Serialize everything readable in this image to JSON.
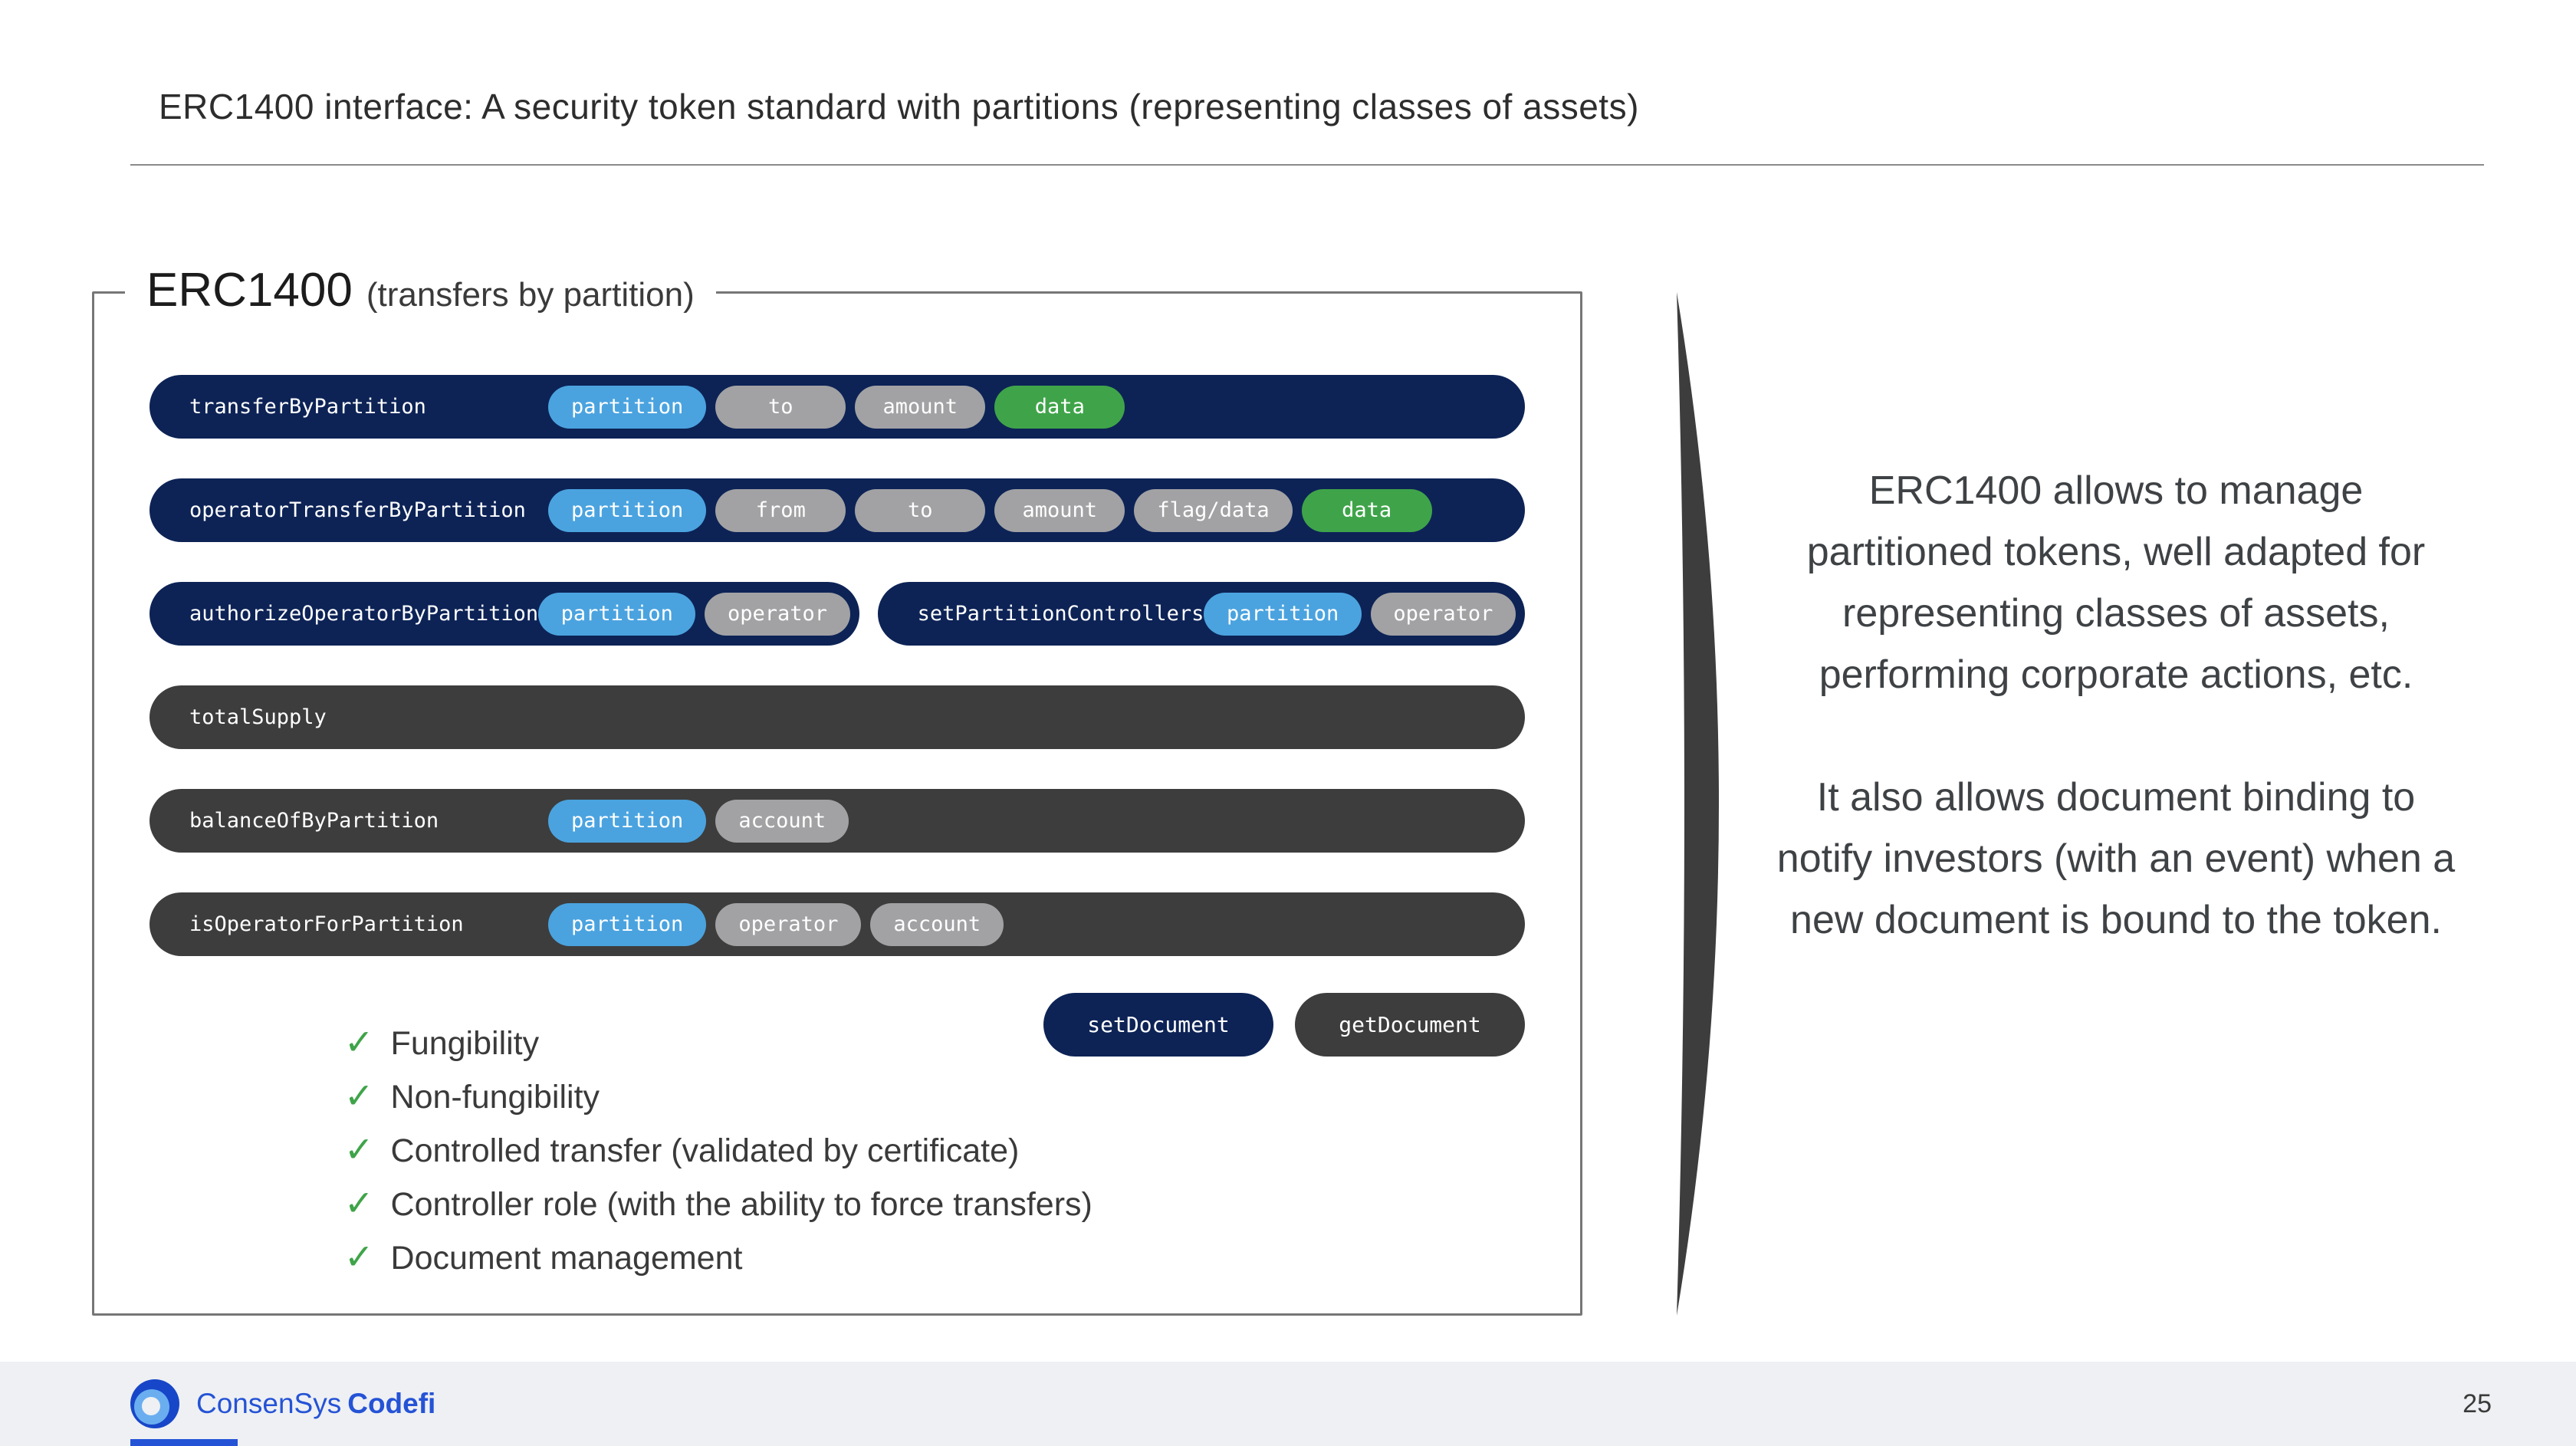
{
  "slide": {
    "title": "ERC1400 interface: A security token standard with partitions (representing classes of assets)",
    "page_number": "25"
  },
  "panel": {
    "title": "ERC1400",
    "subtitle": "(transfers by partition)",
    "rows": [
      {
        "groups": [
          {
            "label": "transferByPartition",
            "theme": "navy",
            "wide_label": true,
            "params": [
              {
                "label": "partition",
                "color": "blue"
              },
              {
                "label": "to",
                "color": "gray"
              },
              {
                "label": "amount",
                "color": "gray"
              },
              {
                "label": "data",
                "color": "green"
              }
            ]
          }
        ]
      },
      {
        "groups": [
          {
            "label": "operatorTransferByPartition",
            "theme": "navy",
            "wide_label": true,
            "params": [
              {
                "label": "partition",
                "color": "blue"
              },
              {
                "label": "from",
                "color": "gray"
              },
              {
                "label": "to",
                "color": "gray"
              },
              {
                "label": "amount",
                "color": "gray"
              },
              {
                "label": "flag/data",
                "color": "gray"
              },
              {
                "label": "data",
                "color": "green"
              }
            ]
          }
        ]
      },
      {
        "groups": [
          {
            "label": "authorizeOperatorByPartition",
            "theme": "navy",
            "wide_label": false,
            "params": [
              {
                "label": "partition",
                "color": "blue"
              },
              {
                "label": "operator",
                "color": "gray"
              }
            ]
          },
          {
            "label": "setPartitionControllers",
            "theme": "navy",
            "wide_label": false,
            "params": [
              {
                "label": "partition",
                "color": "blue"
              },
              {
                "label": "operator",
                "color": "gray"
              }
            ]
          }
        ]
      },
      {
        "groups": [
          {
            "label": "totalSupply",
            "theme": "charcoal",
            "wide_label": true,
            "params": []
          }
        ]
      },
      {
        "groups": [
          {
            "label": "balanceOfByPartition",
            "theme": "charcoal",
            "wide_label": true,
            "params": [
              {
                "label": "partition",
                "color": "blue"
              },
              {
                "label": "account",
                "color": "gray"
              }
            ]
          }
        ]
      },
      {
        "groups": [
          {
            "label": "isOperatorForPartition",
            "theme": "charcoal",
            "wide_label": true,
            "params": [
              {
                "label": "partition",
                "color": "blue"
              },
              {
                "label": "operator",
                "color": "gray"
              },
              {
                "label": "account",
                "color": "gray"
              }
            ]
          }
        ]
      }
    ],
    "doc_buttons": [
      {
        "label": "setDocument",
        "theme": "navy"
      },
      {
        "label": "getDocument",
        "theme": "charcoal"
      }
    ],
    "check_glyph": "✓",
    "checklist": [
      "Fungibility",
      "Non-fungibility",
      "Controlled transfer (validated by certificate)",
      "Controller role (with the ability to force transfers)",
      "Document management"
    ]
  },
  "aside": {
    "paragraph1": "ERC1400 allows to manage partitioned tokens, well adapted for representing classes of assets, performing corporate actions, etc.",
    "paragraph2": "It also allows document binding to notify investors (with an event) when a new document is bound to the token."
  },
  "footer": {
    "brand_regular": "ConsenSys",
    "brand_bold": "Codefi"
  },
  "colors": {
    "navy": "#0d2356",
    "charcoal": "#3d3d3d",
    "pill_blue": "#4aa3df",
    "pill_gray": "#a2a2a4",
    "pill_green": "#3fa449",
    "check_green": "#3fa449",
    "brand_blue": "#2553d6",
    "accent_bar": "#2553d6"
  }
}
